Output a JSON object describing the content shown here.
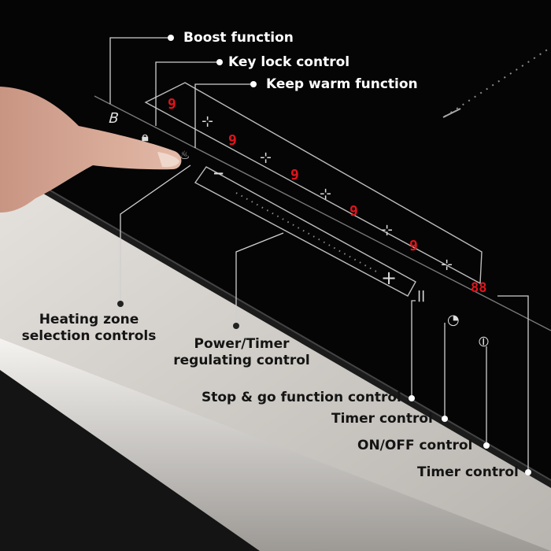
{
  "callouts": {
    "boost": "Boost function",
    "key_lock": "Key lock control",
    "keep_warm": "Keep warm function",
    "heating_zone": "Heating zone\nselection controls",
    "power_timer": "Power/Timer\nregulating control",
    "stop_go": "Stop & go function control",
    "timer_1": "Timer control",
    "on_off": "ON/OFF control",
    "timer_2": "Timer control"
  },
  "panel": {
    "zone_level_digit": "9",
    "timer_display": "88",
    "slider_minus": "−",
    "slider_plus": "+",
    "boost_glyph": "B",
    "pause_glyph": "||"
  },
  "colors": {
    "glass": "#050505",
    "counter": "#d4d0cc",
    "led_red": "#e0141c",
    "line": "#bdbdbd"
  }
}
